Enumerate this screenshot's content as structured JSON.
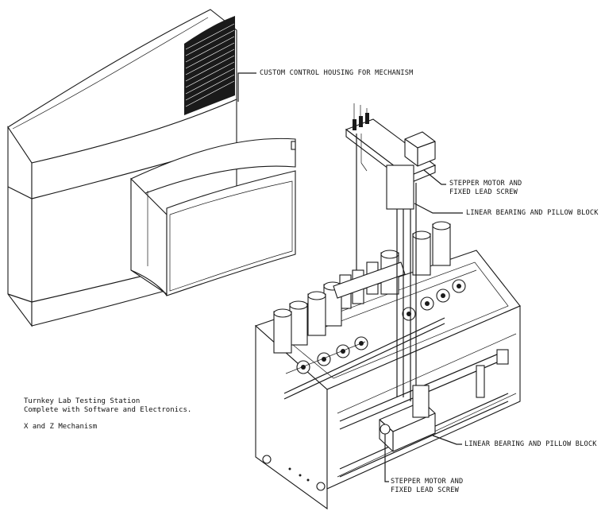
{
  "callouts": {
    "housing": "CUSTOM CONTROL HOUSING FOR MECHANISM",
    "stepper_top_line1": "STEPPER MOTOR AND",
    "stepper_top_line2": "FIXED LEAD SCREW",
    "bearing_top": "LINEAR BEARING AND PILLOW BLOCK",
    "bearing_bottom": "LINEAR BEARING AND PILLOW BLOCK",
    "stepper_bottom_line1": "STEPPER MOTOR AND",
    "stepper_bottom_line2": "FIXED LEAD SCREW"
  },
  "notes": {
    "line1": "Turnkey Lab Testing Station",
    "line2": "Complete with Software and Electronics.",
    "line3": "X and Z Mechanism"
  }
}
